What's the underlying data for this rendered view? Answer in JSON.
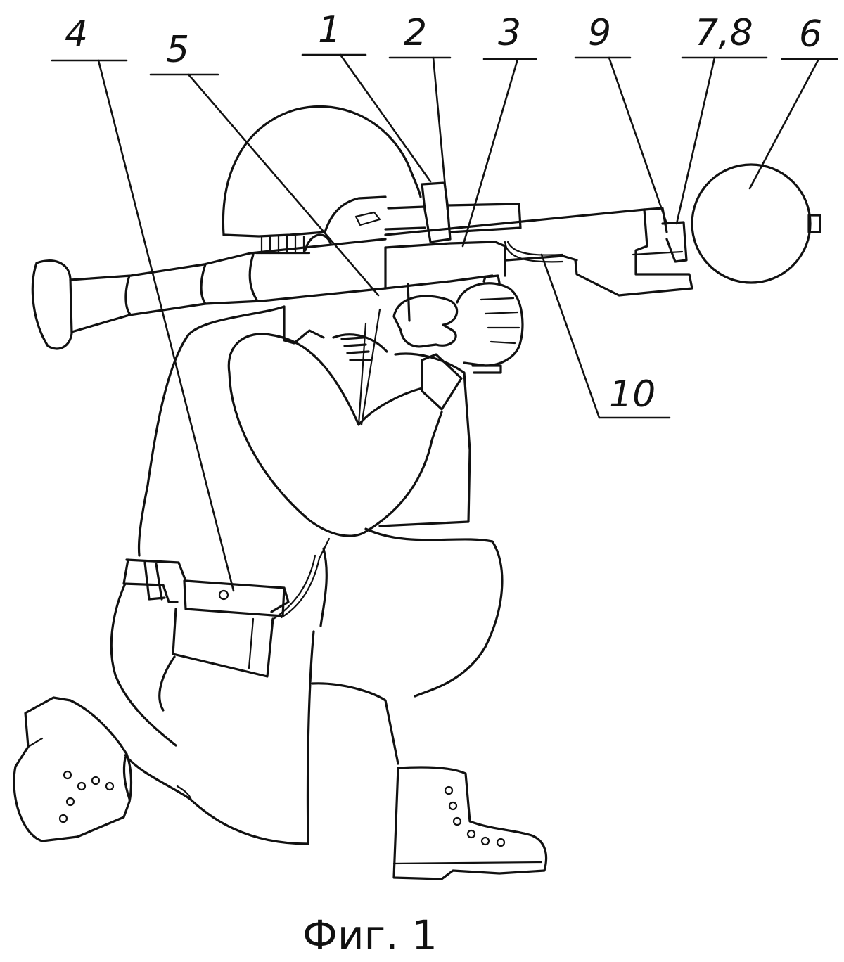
{
  "caption": "Фиг. 1",
  "labels": {
    "l1": "1",
    "l2": "2",
    "l3": "3",
    "l4": "4",
    "l5": "5",
    "l6": "6",
    "l78": "7,8",
    "l9": "9",
    "l10": "10"
  }
}
